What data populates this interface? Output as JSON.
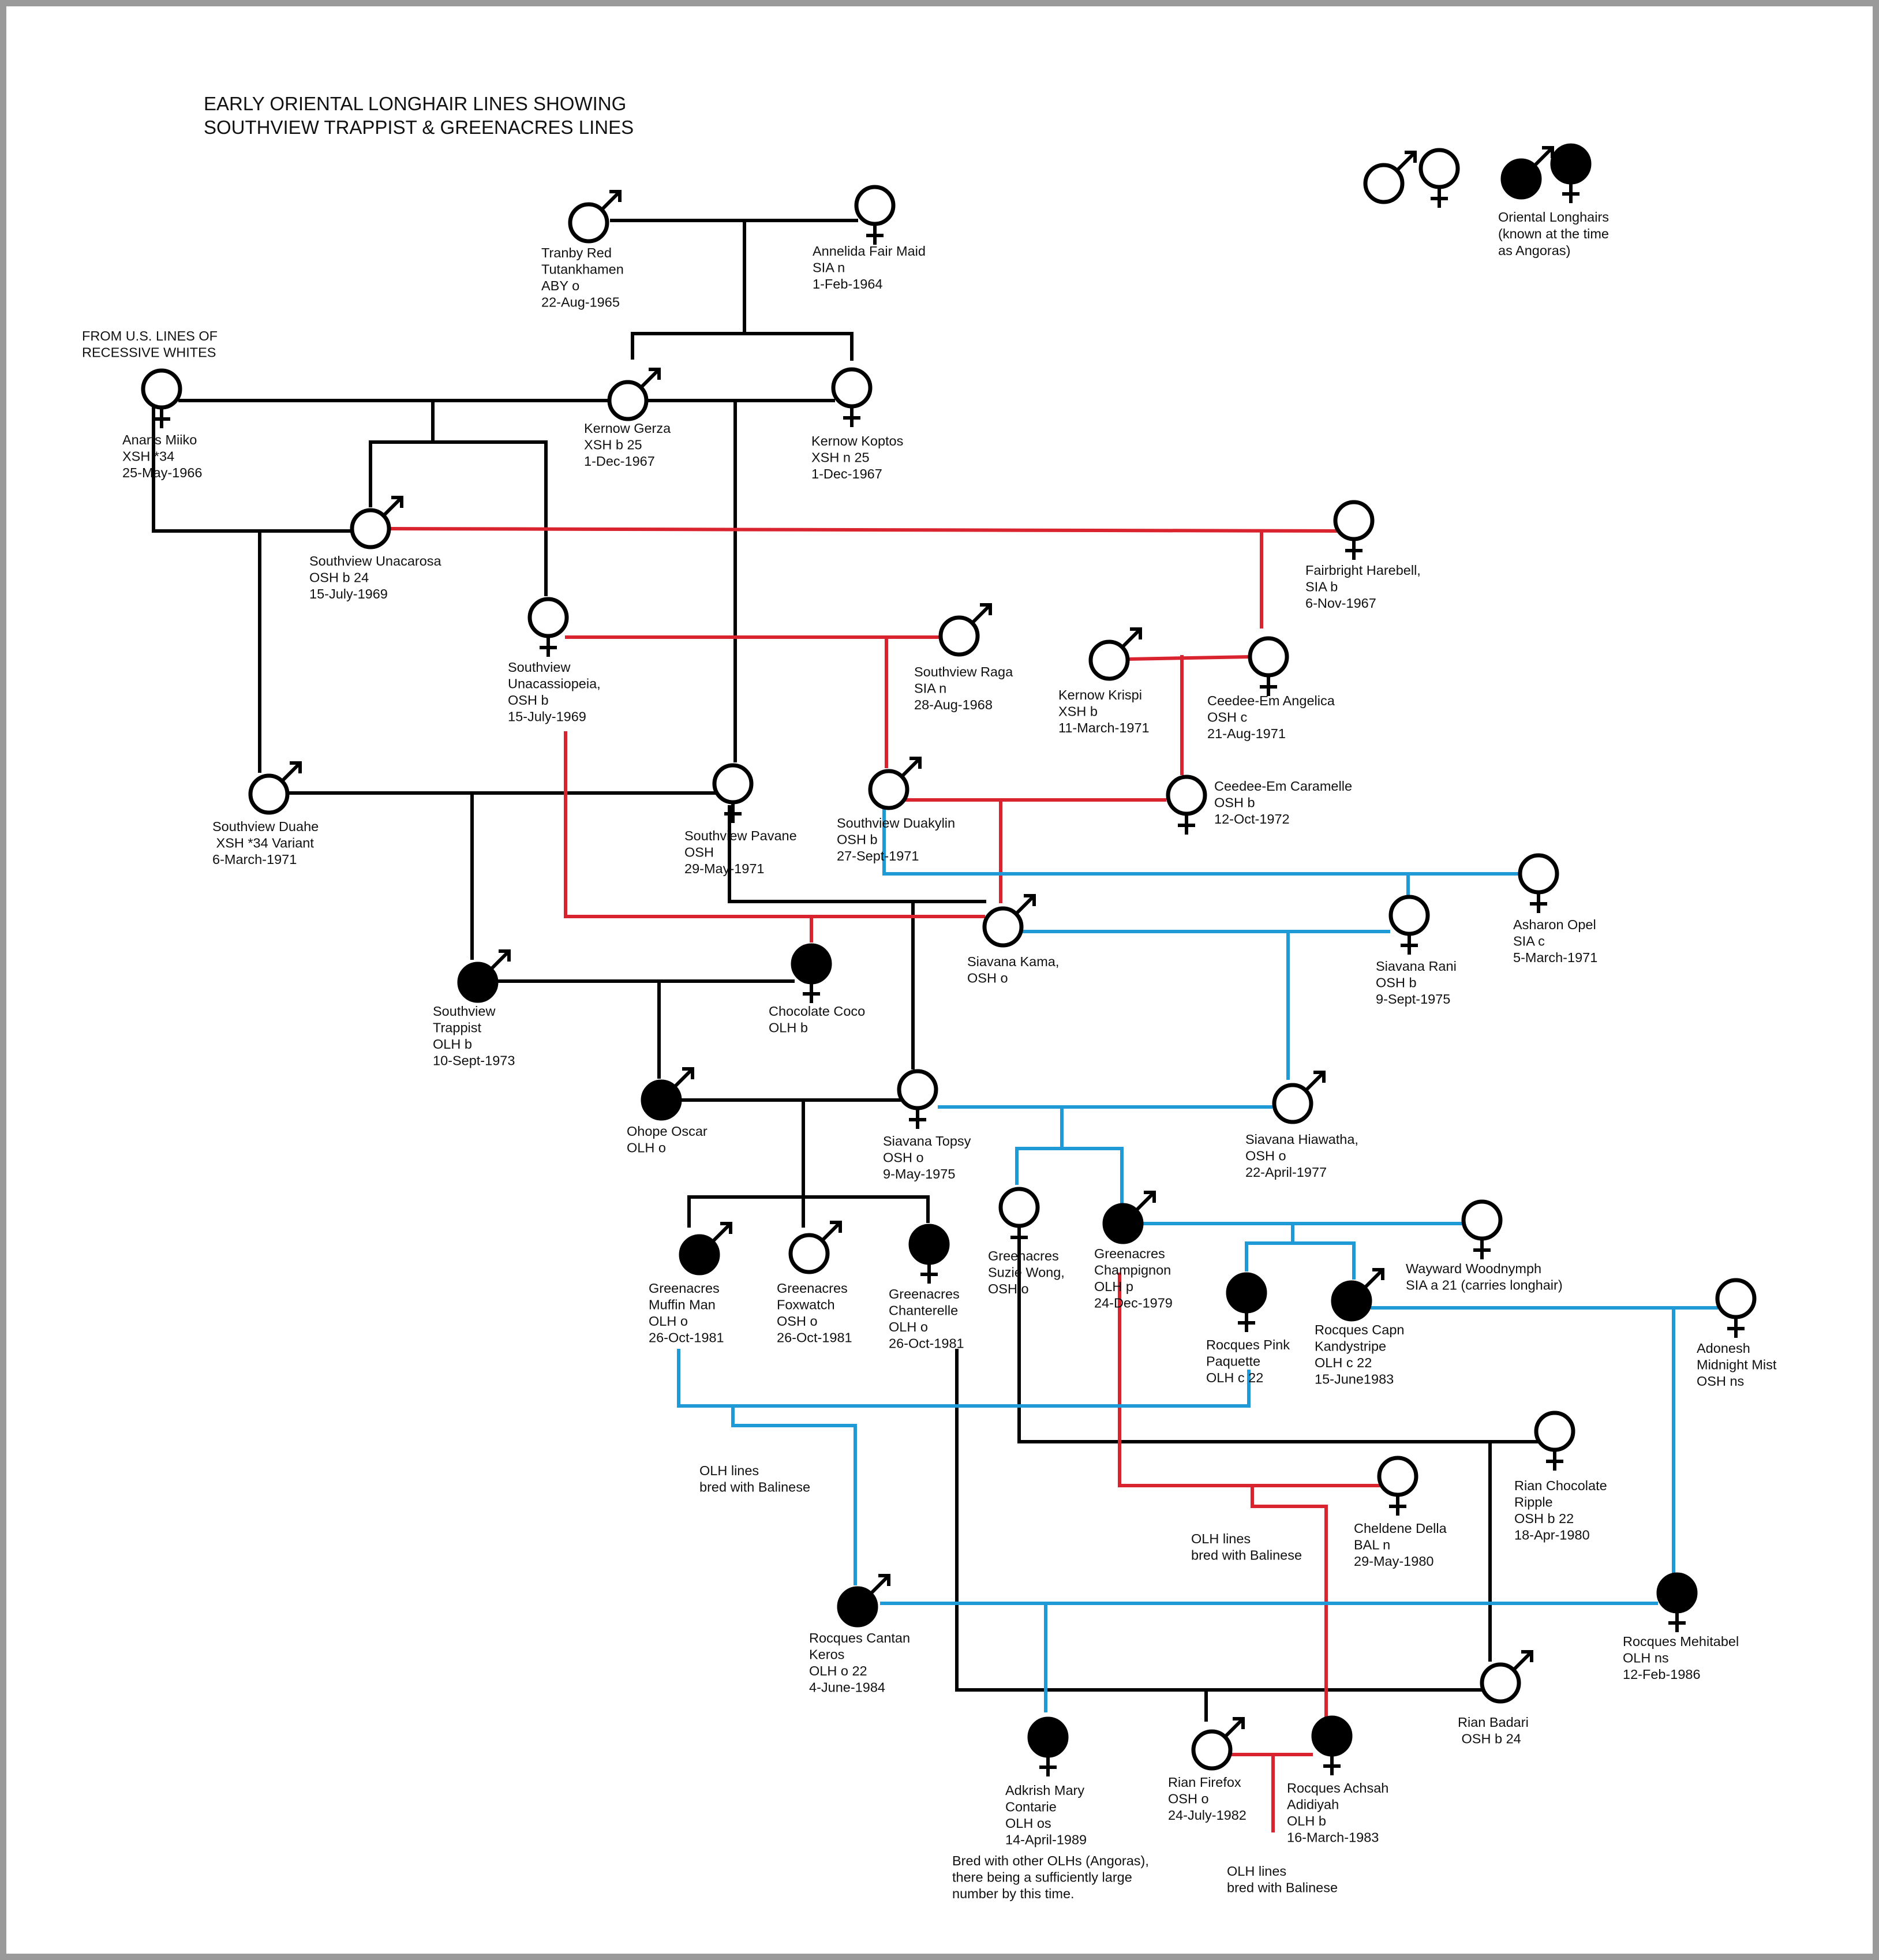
{
  "title": {
    "line1": "EARLY ORIENTAL LONGHAIR LINES SHOWING",
    "line2": "SOUTHVIEW TRAPPIST & GREENACRES LINES"
  },
  "legend": {
    "text": [
      "Oriental Longhairs",
      "(known at the time",
      "as Angoras)"
    ]
  },
  "colors": {
    "black": "#000000",
    "red": "#d9232e",
    "blue": "#1f9ad6"
  },
  "notes": [
    {
      "id": "us-lines",
      "lines": [
        "FROM U.S. LINES OF",
        "RECESSIVE WHITES"
      ]
    },
    {
      "id": "olh-balinese-1",
      "lines": [
        "OLH lines",
        "bred with Balinese"
      ]
    },
    {
      "id": "olh-balinese-2",
      "lines": [
        "OLH lines",
        "bred with Balinese"
      ]
    },
    {
      "id": "olh-balinese-3",
      "lines": [
        "OLH lines",
        "bred with Balinese"
      ]
    },
    {
      "id": "bred-with-others",
      "lines": [
        "Bred with other OLHs (Angoras),",
        "there being a sufficiently large",
        "number by this time."
      ]
    }
  ],
  "cats": [
    {
      "id": "tranby-red",
      "sex": "male",
      "filled": false,
      "lines": [
        "Tranby Red",
        "Tutankhamen",
        "ABY o",
        "22-Aug-1965"
      ]
    },
    {
      "id": "annelida",
      "sex": "female",
      "filled": false,
      "lines": [
        "Annelida Fair Maid",
        "SIA n",
        "1-Feb-1964"
      ]
    },
    {
      "id": "anarts-miiko",
      "sex": "female",
      "filled": false,
      "lines": [
        "Anarts Miiko",
        "XSH *34",
        "25-May-1966"
      ]
    },
    {
      "id": "kernow-gerza",
      "sex": "male",
      "filled": false,
      "lines": [
        "Kernow Gerza",
        "XSH b 25",
        "1-Dec-1967"
      ]
    },
    {
      "id": "kernow-koptos",
      "sex": "female",
      "filled": false,
      "lines": [
        "Kernow Koptos",
        "XSH n 25",
        "1-Dec-1967"
      ]
    },
    {
      "id": "unacarosa",
      "sex": "male",
      "filled": false,
      "lines": [
        "Southview Unacarosa",
        "OSH b 24",
        "15-July-1969"
      ]
    },
    {
      "id": "fairbright",
      "sex": "female",
      "filled": false,
      "lines": [
        "Fairbright Harebell,",
        "SIA b",
        "6-Nov-1967"
      ]
    },
    {
      "id": "unacassiopeia",
      "sex": "female",
      "filled": false,
      "lines": [
        "Southview",
        "Unacassiopeia,",
        "OSH b",
        "15-July-1969"
      ]
    },
    {
      "id": "raga",
      "sex": "male",
      "filled": false,
      "lines": [
        "Southview Raga",
        "SIA n",
        "28-Aug-1968"
      ]
    },
    {
      "id": "krispi",
      "sex": "male",
      "filled": false,
      "lines": [
        "Kernow Krispi",
        "XSH b",
        "11-March-1971"
      ]
    },
    {
      "id": "angelica",
      "sex": "female",
      "filled": false,
      "lines": [
        "Ceedee-Em Angelica",
        "OSH c",
        "21-Aug-1971"
      ]
    },
    {
      "id": "duahe",
      "sex": "male",
      "filled": false,
      "lines": [
        "Southview Duahe",
        " XSH *34 Variant",
        "6-March-1971"
      ]
    },
    {
      "id": "pavane",
      "sex": "female",
      "filled": false,
      "lines": [
        "Southview Pavane",
        "OSH",
        "29-May-1971"
      ]
    },
    {
      "id": "duakylin",
      "sex": "male",
      "filled": false,
      "lines": [
        "Southview Duakylin",
        "OSH b",
        "27-Sept-1971"
      ]
    },
    {
      "id": "caramelle",
      "sex": "female",
      "filled": false,
      "lines": [
        "Ceedee-Em Caramelle",
        "OSH b",
        "12-Oct-1972"
      ]
    },
    {
      "id": "asharon",
      "sex": "female",
      "filled": false,
      "lines": [
        "Asharon Opel",
        "SIA c",
        "5-March-1971"
      ]
    },
    {
      "id": "kama",
      "sex": "male",
      "filled": false,
      "lines": [
        "Siavana Kama,",
        "OSH o"
      ]
    },
    {
      "id": "rani",
      "sex": "female",
      "filled": false,
      "lines": [
        "Siavana Rani",
        "OSH b",
        "9-Sept-1975"
      ]
    },
    {
      "id": "trappist",
      "sex": "male",
      "filled": true,
      "lines": [
        "Southview",
        "Trappist",
        "OLH b",
        "10-Sept-1973"
      ]
    },
    {
      "id": "coco",
      "sex": "female",
      "filled": true,
      "lines": [
        "Chocolate Coco",
        "OLH b"
      ]
    },
    {
      "id": "oscar",
      "sex": "male",
      "filled": true,
      "lines": [
        "Ohope Oscar",
        "OLH o"
      ]
    },
    {
      "id": "topsy",
      "sex": "female",
      "filled": false,
      "lines": [
        "Siavana Topsy",
        "OSH o",
        "9-May-1975"
      ]
    },
    {
      "id": "hiawatha",
      "sex": "male",
      "filled": false,
      "lines": [
        "Siavana Hiawatha,",
        "OSH o",
        "22-April-1977"
      ]
    },
    {
      "id": "muffin",
      "sex": "male",
      "filled": true,
      "lines": [
        "Greenacres",
        "Muffin Man",
        "OLH o",
        "26-Oct-1981"
      ]
    },
    {
      "id": "foxwatch",
      "sex": "male",
      "filled": false,
      "lines": [
        "Greenacres",
        "Foxwatch",
        "OSH o",
        "26-Oct-1981"
      ]
    },
    {
      "id": "chanterelle",
      "sex": "female",
      "filled": true,
      "lines": [
        "Greenacres",
        "Chanterelle",
        "OLH o",
        "26-Oct-1981"
      ]
    },
    {
      "id": "suzie",
      "sex": "female",
      "filled": false,
      "lines": [
        "Greenacres",
        "Suzie Wong,",
        "OSH o"
      ]
    },
    {
      "id": "champignon",
      "sex": "male",
      "filled": true,
      "lines": [
        "Greenacres",
        "Champignon",
        "OLH p",
        "24-Dec-1979"
      ]
    },
    {
      "id": "woodnymph",
      "sex": "female",
      "filled": false,
      "lines": [
        "Wayward Woodnymph",
        "SIA a 21 (carries longhair)"
      ]
    },
    {
      "id": "pink",
      "sex": "female",
      "filled": true,
      "lines": [
        "Rocques Pink",
        "Paquette",
        "OLH c 22"
      ]
    },
    {
      "id": "capn",
      "sex": "male",
      "filled": true,
      "lines": [
        "Rocques Capn",
        "Kandystripe",
        "OLH c 22",
        "15-June1983"
      ]
    },
    {
      "id": "adonesh",
      "sex": "female",
      "filled": false,
      "lines": [
        "Adonesh",
        "Midnight Mist",
        "OSH ns"
      ]
    },
    {
      "id": "ripple",
      "sex": "female",
      "filled": false,
      "lines": [
        "Rian Chocolate",
        "Ripple",
        "OSH b 22",
        "18-Apr-1980"
      ]
    },
    {
      "id": "della",
      "sex": "female",
      "filled": false,
      "lines": [
        "Cheldene Della",
        "BAL n",
        "29-May-1980"
      ]
    },
    {
      "id": "cantan",
      "sex": "male",
      "filled": true,
      "lines": [
        "Rocques Cantan",
        "Keros",
        "OLH o 22",
        "4-June-1984"
      ]
    },
    {
      "id": "mehitabel",
      "sex": "female",
      "filled": true,
      "lines": [
        "Rocques Mehitabel",
        "OLH ns",
        "12-Feb-1986"
      ]
    },
    {
      "id": "badari",
      "sex": "male",
      "filled": false,
      "lines": [
        "Rian Badari",
        " OSH b 24"
      ]
    },
    {
      "id": "adkrish",
      "sex": "female",
      "filled": true,
      "lines": [
        "Adkrish Mary",
        "Contarie",
        "OLH os",
        "14-April-1989"
      ]
    },
    {
      "id": "firefox",
      "sex": "male",
      "filled": false,
      "lines": [
        "Rian Firefox",
        "OSH o",
        "24-July-1982"
      ]
    },
    {
      "id": "achsah",
      "sex": "female",
      "filled": true,
      "lines": [
        "Rocques Achsah",
        "Adidiyah",
        "OLH b",
        "16-March-1983"
      ]
    }
  ]
}
